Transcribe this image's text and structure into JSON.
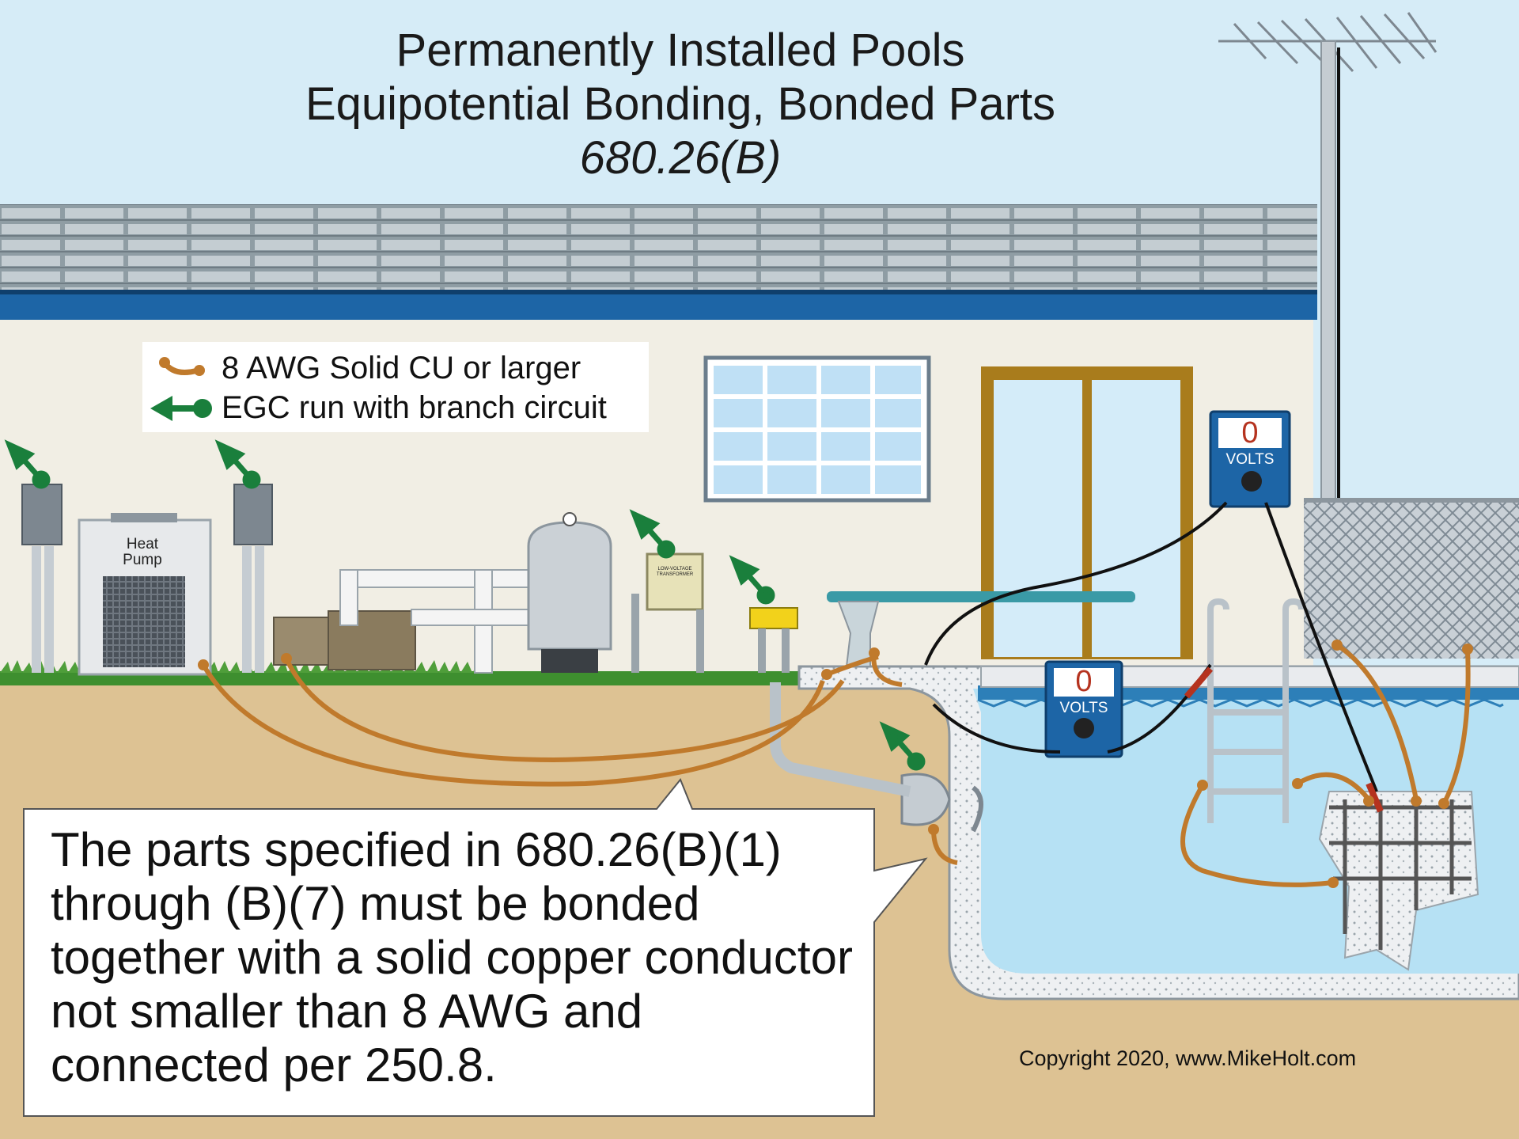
{
  "title": {
    "line1": "Permanently Installed Pools",
    "line2": "Equipotential Bonding, Bonded Parts",
    "line3": "680.26(B)"
  },
  "legend": {
    "bonding_conductor": "8 AWG Solid CU or larger",
    "egc": "EGC run with branch circuit"
  },
  "labels": {
    "heat_pump_line1": "Heat",
    "heat_pump_line2": "Pump",
    "transformer_line1": "LOW-VOLTAGE",
    "transformer_line2": "TRANSFORMER"
  },
  "meters": {
    "upper": {
      "reading": "0",
      "unit": "VOLTS"
    },
    "lower": {
      "reading": "0",
      "unit": "VOLTS"
    }
  },
  "callout": {
    "text": "The parts specified in 680.26(B)(1) through (B)(7) must be bonded together with a solid copper conductor not smaller than 8 AWG and connected per 250.8."
  },
  "copyright": "Copyright 2020, www.MikeHolt.com",
  "colors": {
    "copper": "#c07a2c",
    "egc_green": "#1a7f3c",
    "sky": "#d6ecf7",
    "wall": "#f1eee4",
    "fascia": "#1d65a6",
    "soil": "#ddc293",
    "water": "#b6e1f4",
    "grass": "#3e8f2f"
  }
}
